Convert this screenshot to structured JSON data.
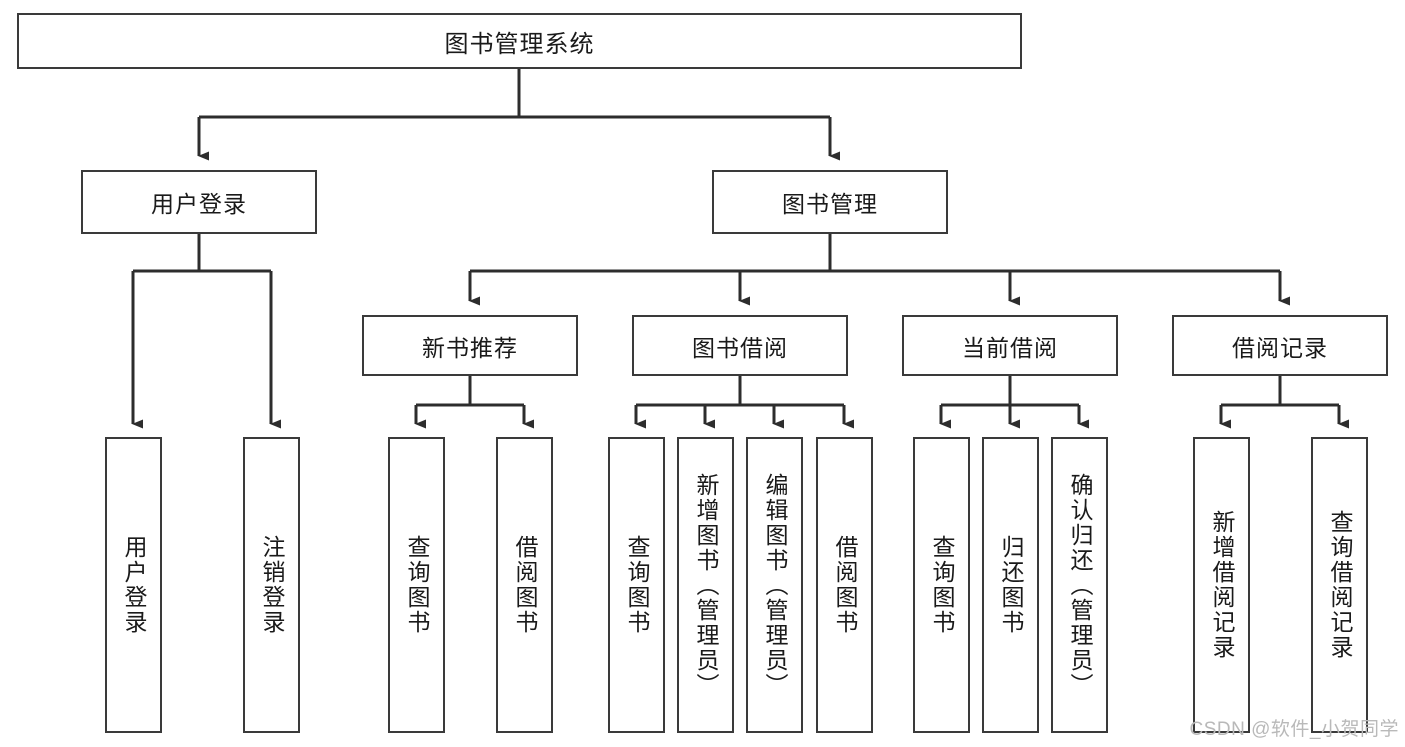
{
  "diagram": {
    "title": "图书管理系统",
    "type": "hierarchy-tree",
    "watermark": "CSDN @软件_小贺同学",
    "colors": {
      "box_border": "#3a3a3a",
      "box_fill": "#ffffff",
      "connector": "#2d2d2d",
      "text": "#1a1a1a",
      "watermark": "#b9b9b9"
    },
    "nodes": {
      "root": {
        "label": "图书管理系统",
        "orientation": "horizontal"
      },
      "level2": [
        {
          "label": "用户登录",
          "orientation": "horizontal"
        },
        {
          "label": "图书管理",
          "orientation": "horizontal"
        }
      ],
      "level3": [
        {
          "label": "新书推荐",
          "orientation": "horizontal"
        },
        {
          "label": "图书借阅",
          "orientation": "horizontal"
        },
        {
          "label": "当前借阅",
          "orientation": "horizontal"
        },
        {
          "label": "借阅记录",
          "orientation": "horizontal"
        }
      ],
      "leaves_user_login": [
        {
          "label": "用户登录",
          "orientation": "vertical"
        },
        {
          "label": "注销登录",
          "orientation": "vertical"
        }
      ],
      "leaves_new_book": [
        {
          "label": "查询图书",
          "orientation": "vertical"
        },
        {
          "label": "借阅图书",
          "orientation": "vertical"
        }
      ],
      "leaves_borrow": [
        {
          "label": "查询图书",
          "orientation": "vertical"
        },
        {
          "label": "新增图书（管理员）",
          "orientation": "vertical"
        },
        {
          "label": "编辑图书（管理员）",
          "orientation": "vertical"
        },
        {
          "label": "借阅图书",
          "orientation": "vertical"
        }
      ],
      "leaves_current": [
        {
          "label": "查询图书",
          "orientation": "vertical"
        },
        {
          "label": "归还图书",
          "orientation": "vertical"
        },
        {
          "label": "确认归还（管理员）",
          "orientation": "vertical"
        }
      ],
      "leaves_records": [
        {
          "label": "新增借阅记录",
          "orientation": "vertical"
        },
        {
          "label": "查询借阅记录",
          "orientation": "vertical"
        }
      ]
    }
  }
}
